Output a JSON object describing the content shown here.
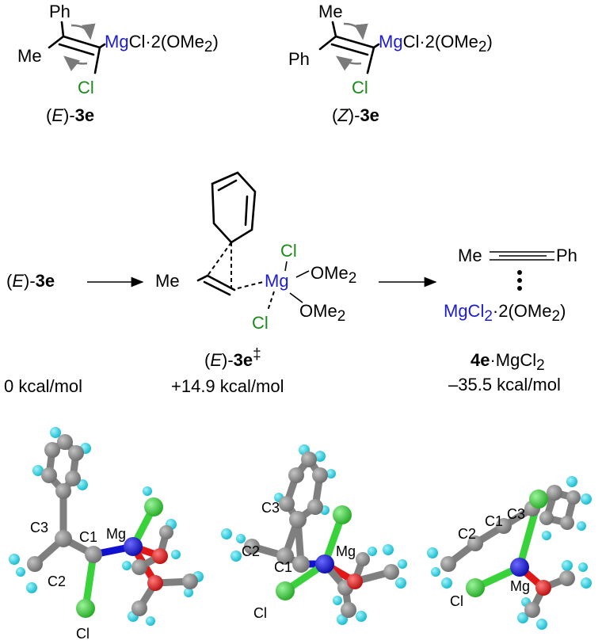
{
  "structures_top": {
    "E": {
      "sub_top": "Ph",
      "sub_left": "Me",
      "metal": "Mg",
      "metal_rest": "Cl·2(OMe",
      "sub2": "2",
      "close": ")",
      "halogen": "Cl",
      "label_open": "(",
      "label_italic": "E",
      "label_mid": ")-",
      "label_bold": "3e"
    },
    "Z": {
      "sub_top": "Me",
      "sub_left": "Ph",
      "metal": "Mg",
      "metal_rest": "Cl·2(OMe",
      "sub2": "2",
      "close": ")",
      "halogen": "Cl",
      "label_open": "(",
      "label_italic": "Z",
      "label_mid": ")-",
      "label_bold": "3e"
    }
  },
  "reaction": {
    "start": {
      "label_open": "(",
      "label_italic": "E",
      "label_mid": ")-",
      "label_bold": "3e",
      "energy": "0 kcal/mol"
    },
    "ts": {
      "me": "Me",
      "mg": "Mg",
      "cl_top": "Cl",
      "cl_bottom": "Cl",
      "ome1": "OMe",
      "ome2": "OMe",
      "sub2": "2",
      "label_open": "(",
      "label_italic": "E",
      "label_mid": ")-",
      "label_bold": "3e",
      "label_sup": "‡",
      "energy": "+14.9 kcal/mol"
    },
    "product": {
      "me": "Me",
      "ph": "Ph",
      "mgcl": "MgCl",
      "sub2": "2",
      "rest": "·2(OMe",
      "close": ")",
      "label_bold": "4e",
      "label_rest": "·MgCl",
      "energy": "–35.5 kcal/mol"
    }
  },
  "models": {
    "m1": {
      "c3": "C3",
      "c2": "C2",
      "c1": "C1",
      "mg": "Mg",
      "cl": "Cl"
    },
    "m2": {
      "c3": "C3",
      "c2": "C2",
      "c1": "C1",
      "mg": "Mg",
      "cl": "Cl"
    },
    "m3": {
      "c2": "C2",
      "c1": "C1",
      "c3": "C3",
      "mg": "Mg",
      "cl": "Cl"
    }
  },
  "colors": {
    "carbon": "#7f7f7f",
    "hydrogen": "#22d6e8",
    "magnesium": "#1010d0",
    "oxygen": "#e01818",
    "chlorine": "#3ad23a",
    "label_blue": "#1c1cd0",
    "label_green": "#1a8a1a"
  }
}
